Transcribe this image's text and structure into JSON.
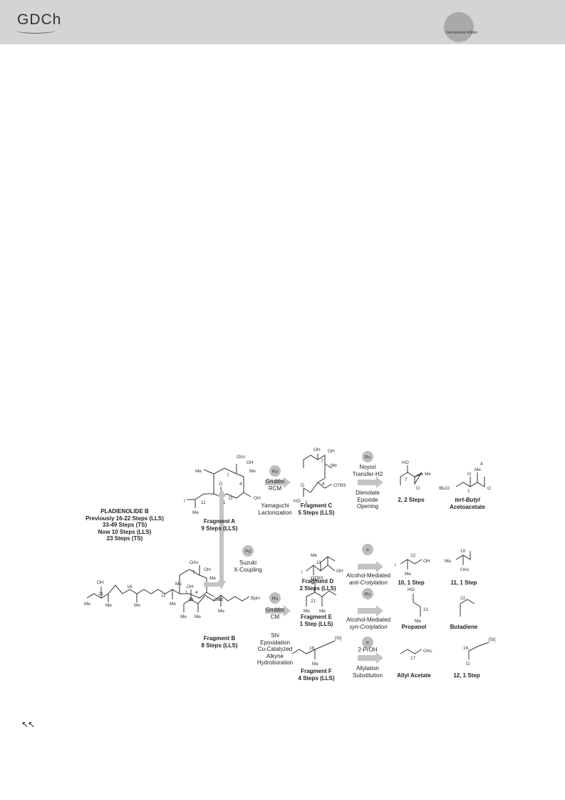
{
  "header": {
    "logo_text": "GDCh",
    "edition_text": "International Edition"
  },
  "scheme": {
    "target": [
      "PLADIENOLIDE B",
      "Previously 16-22 Steps (LLS)",
      "33-49 Steps (TS)",
      "Now 10 Steps (LLS)",
      "23 Steps (TS)"
    ],
    "fragment_a": [
      "Fragment A",
      "9 Steps (LLS)"
    ],
    "fragment_b": [
      "Fragment B",
      "8 Steps (LLS)"
    ],
    "fragment_c": [
      "Fragment C",
      "5 Steps (LLS)"
    ],
    "fragment_d": [
      "Fragment D",
      "2 Steps (LLS)"
    ],
    "fragment_e": [
      "Fragment E",
      "1 Step (LLS)"
    ],
    "fragment_f": [
      "Fragment F",
      "4 Steps (LLS)"
    ],
    "steps": {
      "grubbs_rcm": [
        "Grubbs",
        "RCM"
      ],
      "yamaguchi": [
        "Yamaguchi",
        "Lactonization"
      ],
      "suzuki": [
        "Suzuki",
        "X-Coupling"
      ],
      "grubbs_cm": [
        "Grubbs",
        "CM"
      ],
      "shi": [
        "Shi",
        "Epoxidation",
        "Cu-Catalyzed",
        "Alkyne",
        "Hydroboration"
      ],
      "noyori": [
        "Noyori",
        "Transfer-H2"
      ],
      "dienolate": [
        "Dienolate",
        "Epoxide",
        "Opening"
      ],
      "anti_crotyl": [
        "Alcohol-Mediated",
        "anti-Crotylation"
      ],
      "syn_crotyl": [
        "Alcohol-Mediated",
        "syn-Crotylation"
      ],
      "two_proh": "2-PrOH",
      "allylation": [
        "Allylation",
        "Substitution"
      ]
    },
    "catalysts": {
      "ru": "Ru",
      "pd": "Pd",
      "ir": "Ir"
    },
    "starting_materials": {
      "sm_2": "2, 2 Steps",
      "tbutyl": [
        "tert-Butyl",
        "Acetoacetate"
      ],
      "sm_10": "10, 1 Step",
      "sm_11": "11, 1 Step",
      "propanol": "Propanol",
      "butadiene": "Butadiene",
      "allyl_acetate": "Allyl Acetate",
      "sm_12": "12, 1 Step"
    },
    "atoms": {
      "oh": "OH",
      "oac": "OAc",
      "me": "Me",
      "otbs": "OTBS",
      "bpin": "Bpin",
      "ho": "HO",
      "i": "I",
      "o": "O",
      "si": "[Si]",
      "buo": "tBuO",
      "n1": "1",
      "n4": "4",
      "n7": "7",
      "n10": "10",
      "n11": "11",
      "n12": "12",
      "n16": "16",
      "n17": "17",
      "n21": "21",
      "n22": "22"
    }
  },
  "footer": {
    "nav_arrows": "↖↖"
  }
}
